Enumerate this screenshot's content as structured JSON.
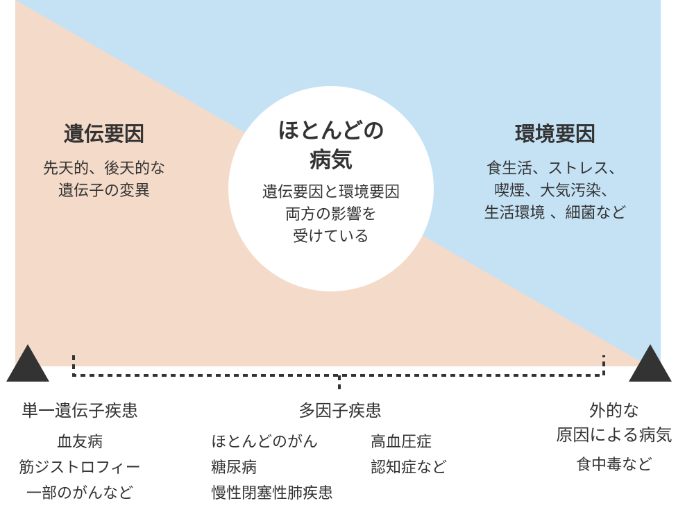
{
  "colors": {
    "genetic": "#f4dac8",
    "environment": "#c5e2f5",
    "marker": "#333333"
  },
  "genetic": {
    "title": "遺伝要因",
    "desc": [
      "先天的、後天的な",
      "遺伝子の変異"
    ]
  },
  "center": {
    "title": [
      "ほとんどの",
      "病気"
    ],
    "desc": [
      "遺伝要因と環境要因",
      "両方の影響を",
      "受けている"
    ]
  },
  "environment": {
    "title": "環境要因",
    "desc": [
      "食生活、ストレス、",
      "喫煙、大気汚染、",
      "生活環境 、細菌など"
    ]
  },
  "scale": {
    "left": {
      "title": "単一遺伝子疾患",
      "items": [
        "血友病",
        "筋ジストロフィー",
        "一部のがんなど"
      ]
    },
    "middle": {
      "title": "多因子疾患",
      "col1": [
        "ほとんどのがん",
        "糖尿病",
        "慢性閉塞性肺疾患"
      ],
      "col2": [
        "高血圧症",
        "認知症など"
      ]
    },
    "right": {
      "title": [
        "外的な",
        "原因による病気"
      ],
      "items": [
        "食中毒など"
      ]
    }
  }
}
